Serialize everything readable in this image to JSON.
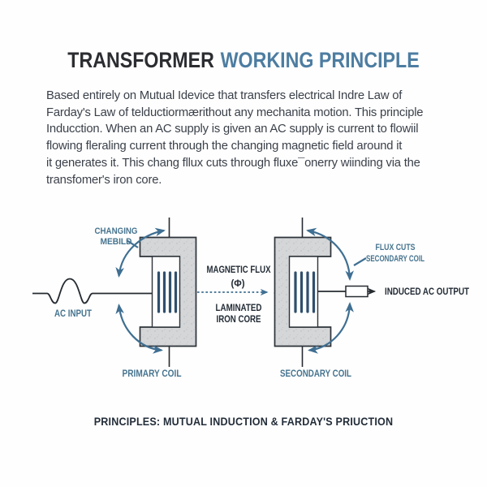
{
  "title": {
    "part1": "TRANSFORMER",
    "part2": "WORKING PRINCIPLE"
  },
  "paragraph": {
    "lines": [
      "Based entirely on Mutual Idevice that transfers electrical Indre Law of",
      "Farday's Law of telductiormærithout any mechanita motion. This principle",
      "Inducction. When an AC supply is given an AC supply is current to flowiil",
      "flowing fleraling current through the changing magnetic field around it",
      "it generates it. This chang fllux cuts through fluxe¯onerry wiinding via the",
      "transfomer's iron core."
    ]
  },
  "diagram": {
    "labels": {
      "changing_field_line1": "CHANGING",
      "changing_field_line2": "MEBILD",
      "ac_input": "AC INPUT",
      "magnetic_flux_line1": "MAGNETIC FLUX",
      "magnetic_flux_line2": "(Φ)",
      "laminated_line1": "LAMINATED",
      "laminated_line2": "IRON CORE",
      "flux_cuts_line1": "FLUX CUTS",
      "flux_cuts_line2": "SECONDARY COIL",
      "induced_output": "INDUCED AC OUTPUT",
      "primary_coil": "PRIMARY COIL",
      "secondary_coil": "SECONDARY COIL"
    }
  },
  "caption": "PRINCIPLES: MUTUAL INDUCTION & FARDAY'S PRIUCTION",
  "colors": {
    "title_dark": "#2b2d31",
    "title_blue": "#4d7da1",
    "label_blue": "#46748f",
    "label_navy": "#232c36",
    "body_text": "#3b414a",
    "core_fill": "#d4d6d8",
    "core_stroke": "#2d3339",
    "winding": "#2f4f6d",
    "arc_blue": "#3f6f92",
    "wire_dark": "#262b31"
  }
}
